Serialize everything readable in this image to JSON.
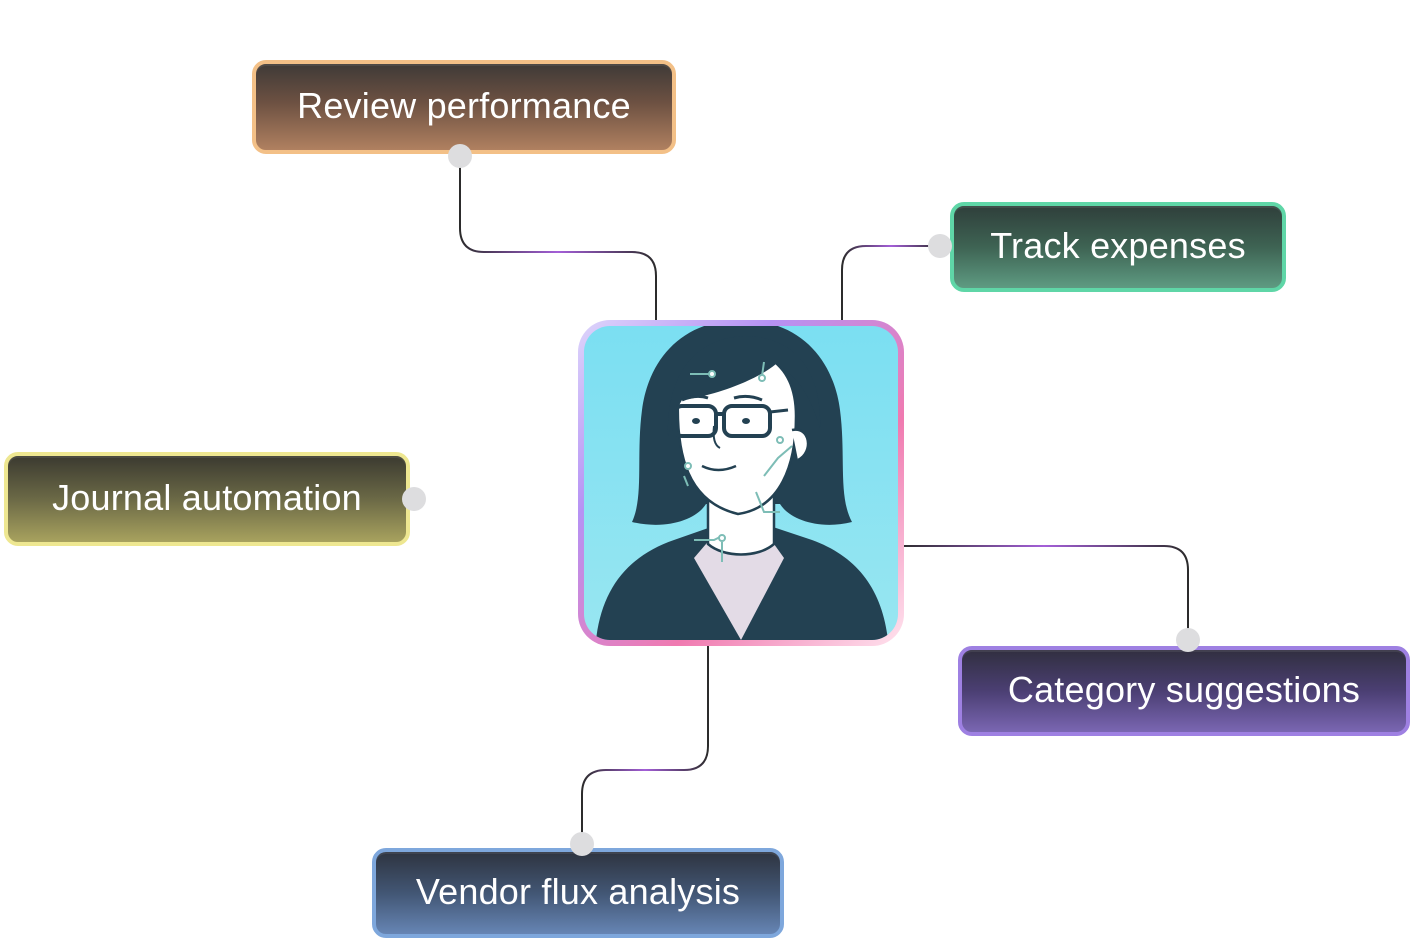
{
  "nodes": {
    "review": "Review performance",
    "track": "Track expenses",
    "journal": "Journal automation",
    "category": "Category suggestions",
    "vendor": "Vendor flux analysis"
  },
  "avatar": {
    "description_icon": "person-avatar-icon",
    "bg_color": "#7bdff2",
    "hair_color": "#234152"
  },
  "colors": {
    "review_border": "#f3c087",
    "track_border": "#5fd6a7",
    "journal_border": "#eee791",
    "category_border": "#9e80e2",
    "vendor_border": "#7ea7dc",
    "connector": "#2b2b2b",
    "connector_accent": "#a45fd8",
    "dot": "#dddddf"
  }
}
